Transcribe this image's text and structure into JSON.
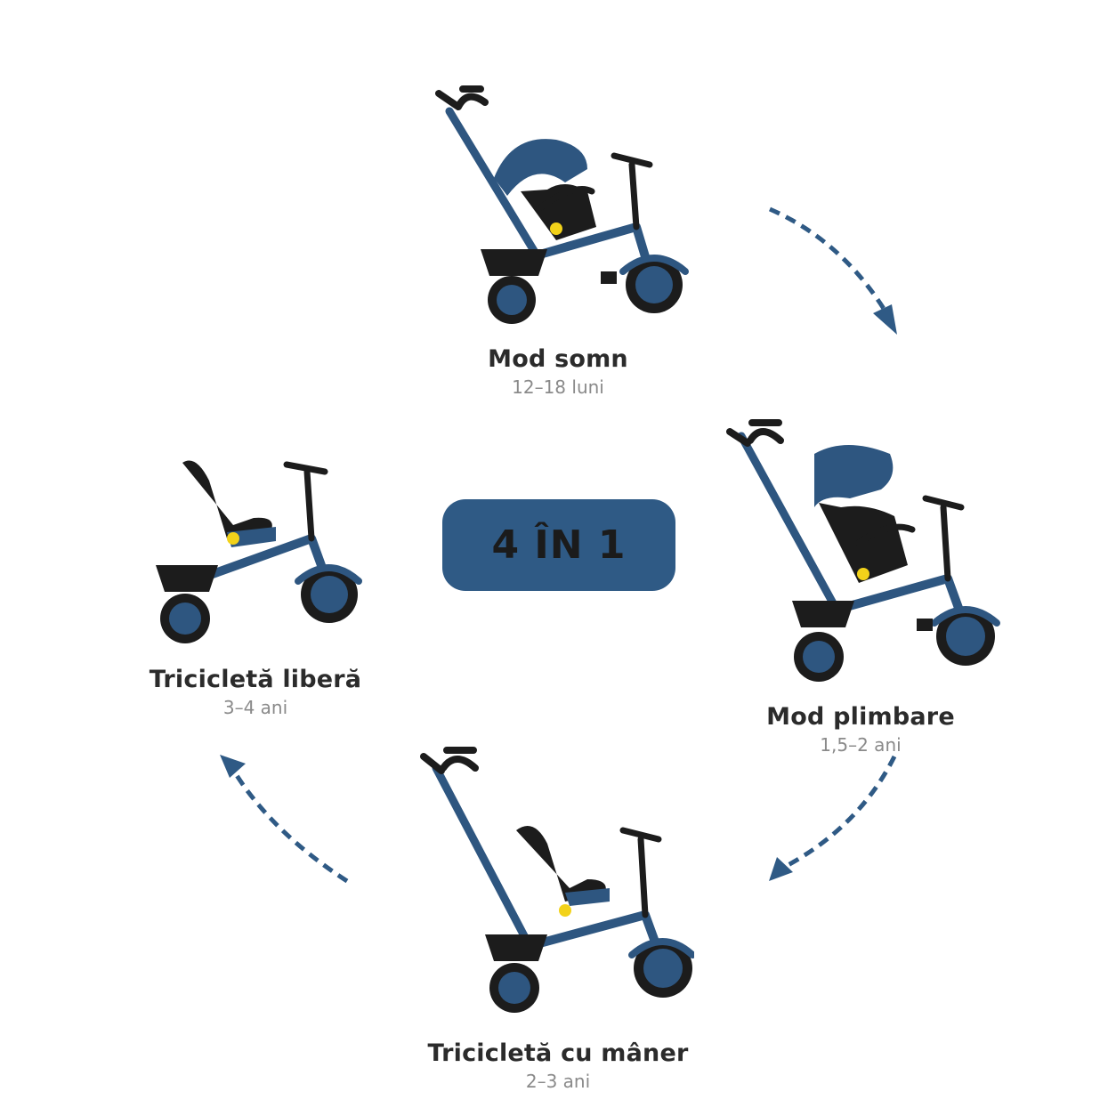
{
  "center_badge": {
    "text": "4 ÎN 1",
    "color": "#2f5a85"
  },
  "modes": [
    {
      "title": "Mod somn",
      "age": "12–18 luni"
    },
    {
      "title": "Mod plimbare",
      "age": "1,5–2 ani"
    },
    {
      "title": "Tricicletă cu mâner",
      "age": "2–3 ani"
    },
    {
      "title": "Tricicletă liberă",
      "age": "3–4 ani"
    }
  ],
  "colors": {
    "frame": "#2e5680",
    "dark": "#1c1c1c",
    "accent": "#f2d21a",
    "arrow": "#2f5a85"
  }
}
